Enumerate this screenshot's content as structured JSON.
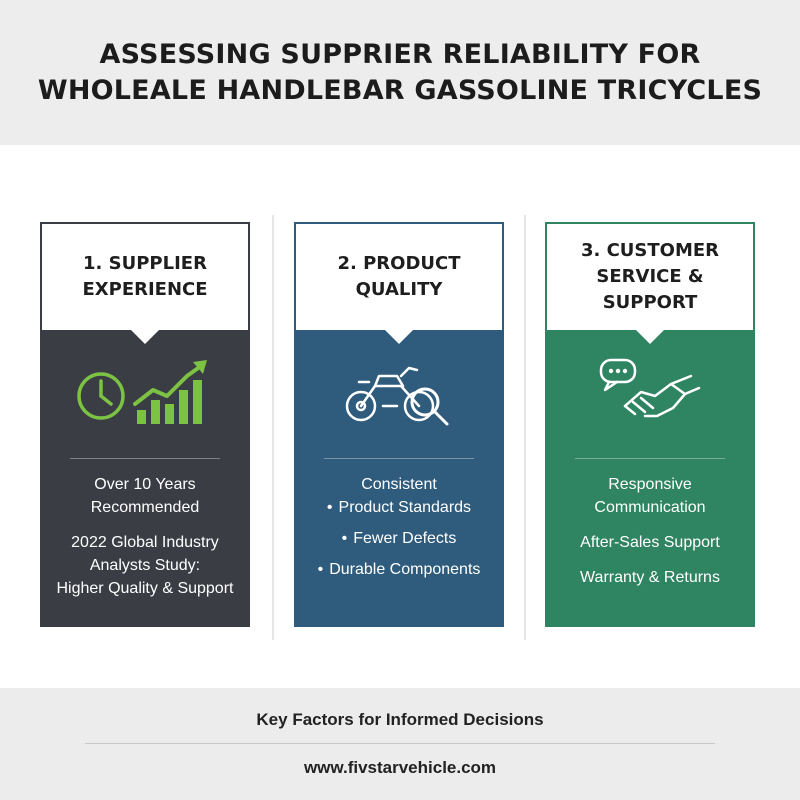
{
  "header": {
    "title_line1": "ASSESSING SUPPRIER RELIABILITY FOR",
    "title_line2": "WHOLEALE HANDLEBAR GASSOLINE TRICYCLES"
  },
  "cards": [
    {
      "heading": "1. SUPPLIER\nEXPERIENCE",
      "icon": "clock-and-growth-chart-icon",
      "lines": [
        "Over 10 Years",
        "Recommended",
        "2022 Global Industry",
        "Analysts Study:",
        "Higher Quality & Support"
      ]
    },
    {
      "heading": "2. PRODUCT\nQUALITY",
      "icon": "motorbike-magnifier-icon",
      "intro": "Consistent",
      "bullets": [
        "Product Standards",
        "Fewer Defects",
        "Durable Components"
      ]
    },
    {
      "heading": "3. CUSTOMER\nSERVICE & SUPPORT",
      "icon": "chat-handshake-icon",
      "lines": [
        "Responsive",
        "Communication",
        "After-Sales Support",
        "Warranty & Returns"
      ]
    }
  ],
  "footer": {
    "tagline": "Key Factors for Informed Decisions",
    "url": "www.fivstarvehicle.com"
  },
  "colors": {
    "card1": "#3a3e44",
    "card2": "#2f5c7d",
    "card3": "#2f8462",
    "accent_green": "#7cc243"
  }
}
